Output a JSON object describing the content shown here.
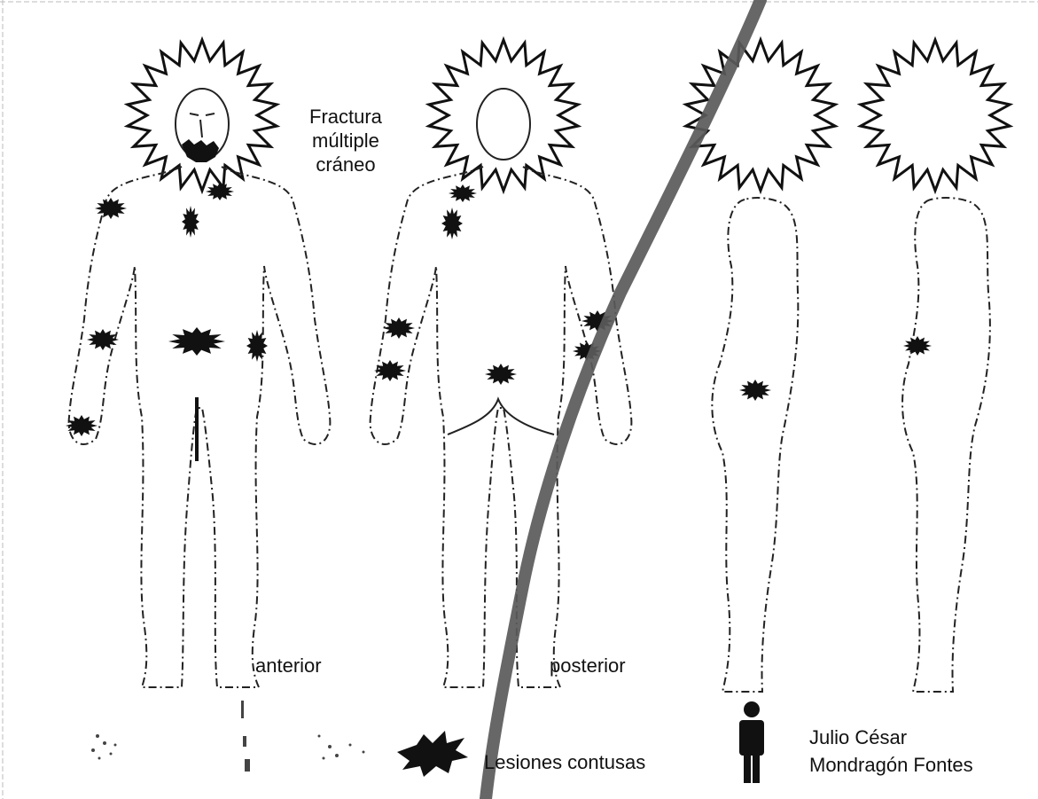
{
  "diagram": {
    "views": [
      {
        "id": "anterior",
        "label": "anterior"
      },
      {
        "id": "posterior",
        "label": "posterior"
      },
      {
        "id": "lateral-1",
        "label": ""
      },
      {
        "id": "lateral-2",
        "label": ""
      }
    ],
    "annotation": {
      "line1": "Fractura",
      "line2": "múltiple",
      "line3": "cráneo"
    },
    "legend": {
      "lesions_label": "Lesiones contusas",
      "person_line1": "Julio César",
      "person_line2": "Mondragón Fontes"
    },
    "colors": {
      "ink": "#111111",
      "strike": "#5a5a5a",
      "background": "#ffffff"
    },
    "icons": [
      "burst-icon",
      "lesion-icon",
      "person-icon"
    ]
  }
}
